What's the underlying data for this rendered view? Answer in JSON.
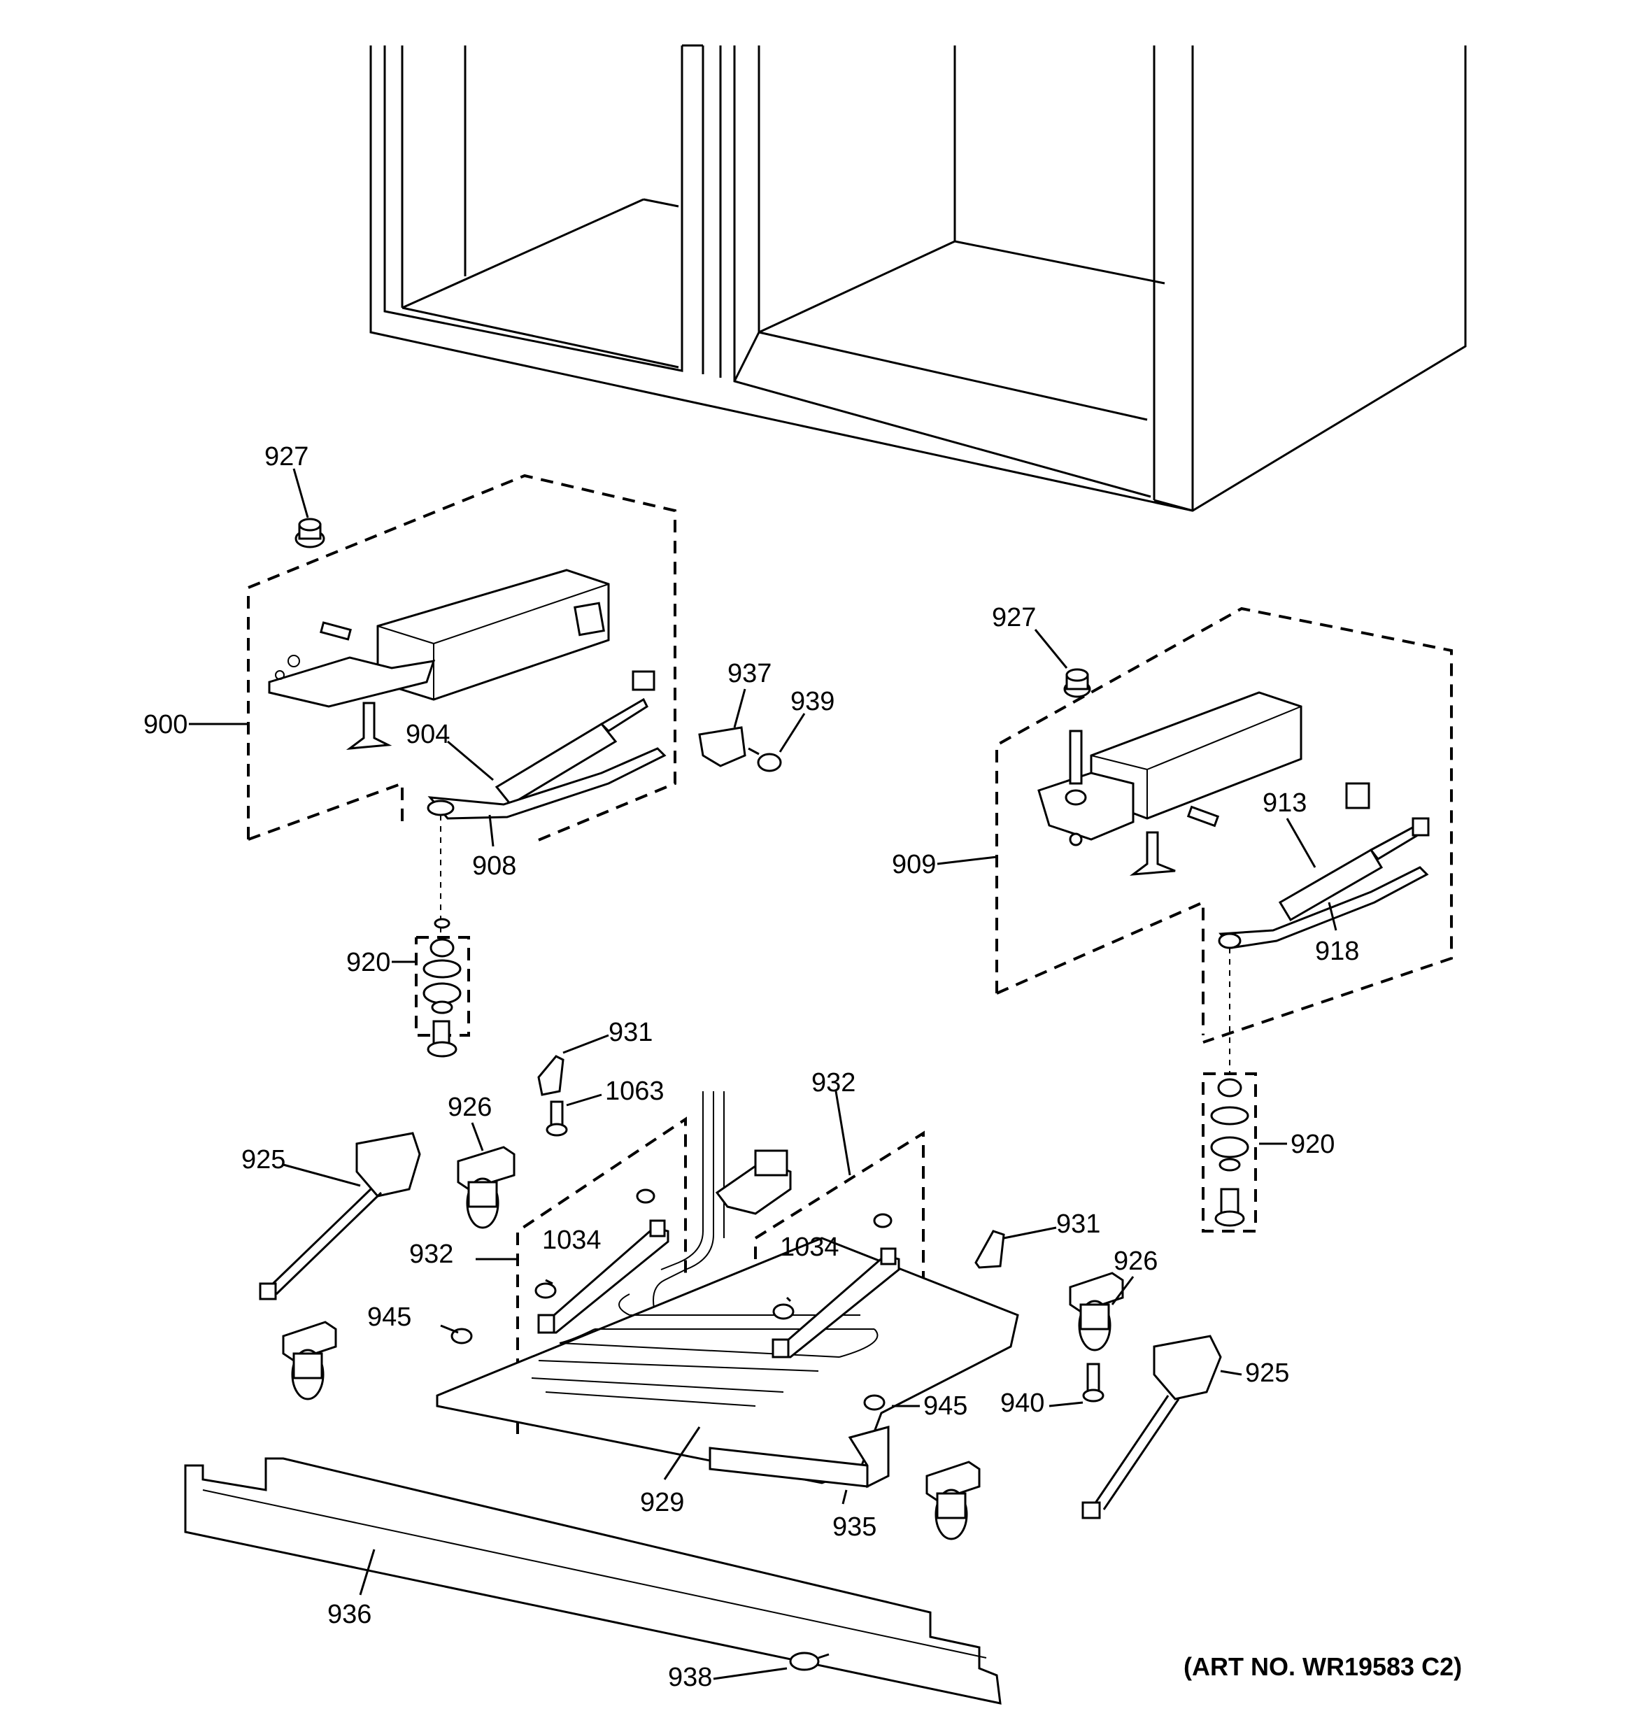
{
  "diagram": {
    "art_number": "(ART NO. WR19583 C2)",
    "callouts": {
      "c900": "900",
      "c904": "904",
      "c908": "908",
      "c909": "909",
      "c913": "913",
      "c918": "918",
      "c920a": "920",
      "c920b": "920",
      "c925a": "925",
      "c925b": "925",
      "c926a": "926",
      "c926b": "926",
      "c927a": "927",
      "c927b": "927",
      "c929": "929",
      "c931a": "931",
      "c931b": "931",
      "c932a": "932",
      "c932b": "932",
      "c935": "935",
      "c936": "936",
      "c937": "937",
      "c938": "938",
      "c939": "939",
      "c940": "940",
      "c945a": "945",
      "c945b": "945",
      "c1034a": "1034",
      "c1034b": "1034",
      "c1063": "1063"
    }
  }
}
